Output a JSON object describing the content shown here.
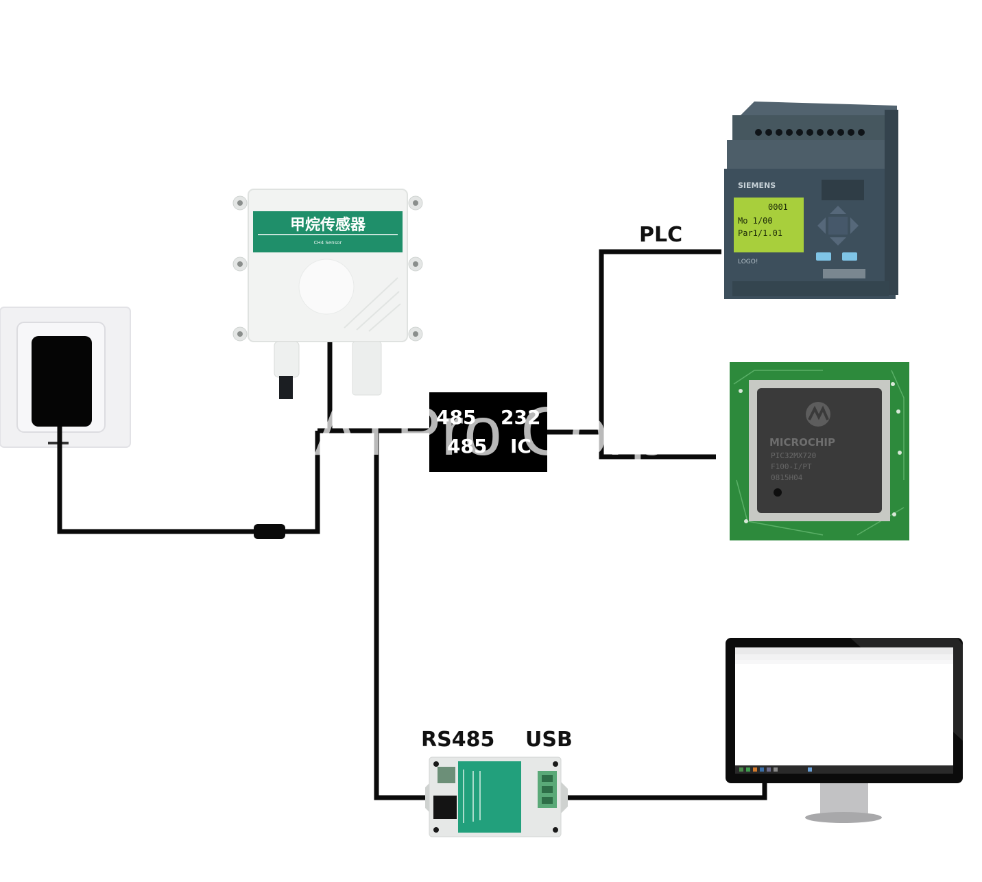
{
  "diagram": {
    "title": "RS485 methane sensor wiring diagram",
    "watermark": "ATPro Corp",
    "colors": {
      "wire": "#0a0a0a",
      "sensor_plate": "#1f8f6a",
      "converter_board": "#22a07c",
      "plc_body": "#3d4f5c",
      "plc_lcd": "#a8cf3c",
      "pcb_green": "#2d8a3c",
      "chip": "#3a3a3a",
      "ic_box": "#000000"
    },
    "nodes": {
      "power_adapter": {
        "name": "Power adapter in wall socket"
      },
      "sensor": {
        "name": "Methane sensor",
        "label_cn": "甲烷传感器",
        "label_en": "CH4 Sensor"
      },
      "ic_box": {
        "line1_left": "485",
        "line1_right": "232",
        "line2_left": "485",
        "line2_right": "IC"
      },
      "plc": {
        "label": "PLC",
        "brand": "SIEMENS",
        "lcd_line1": "0001",
        "lcd_line2": "Mo 1/00",
        "lcd_line3": "Par1/1.01",
        "model": "LOGO!"
      },
      "mcu": {
        "brand": "MICROCHIP",
        "part_line1": "PIC32MX720",
        "part_line2": "F100-I/PT",
        "part_line3": "0815H04"
      },
      "converter": {
        "label_left": "RS485",
        "label_right": "USB"
      },
      "computer": {
        "name": "Desktop monitor"
      }
    },
    "connections": [
      {
        "from": "power_adapter",
        "to": "sensor"
      },
      {
        "from": "sensor",
        "to": "ic_box"
      },
      {
        "from": "ic_box",
        "to": "plc"
      },
      {
        "from": "ic_box",
        "to": "mcu"
      },
      {
        "from": "sensor",
        "to": "converter"
      },
      {
        "from": "converter",
        "to": "computer"
      }
    ]
  }
}
